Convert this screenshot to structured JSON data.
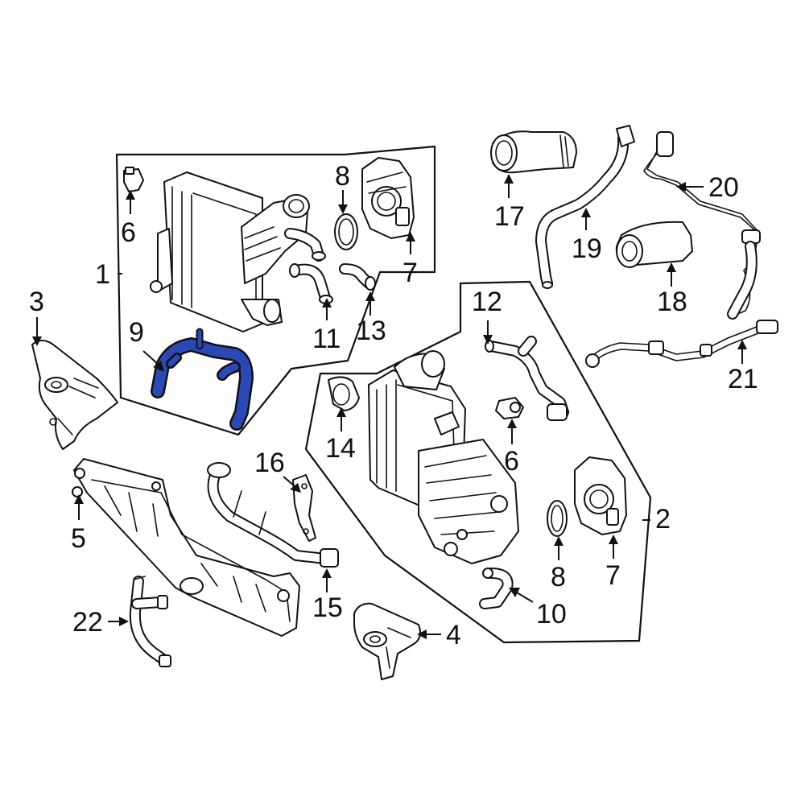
{
  "highlight_color": "#2a49b6",
  "callouts": {
    "c1": "1",
    "c2": "2",
    "c3": "3",
    "c4": "4",
    "c5": "5",
    "c6a": "6",
    "c6b": "6",
    "c7a": "7",
    "c7b": "7",
    "c8a": "8",
    "c8b": "8",
    "c9": "9",
    "c10": "10",
    "c11": "11",
    "c12": "12",
    "c13": "13",
    "c14": "14",
    "c15": "15",
    "c16": "16",
    "c17": "17",
    "c18": "18",
    "c19": "19",
    "c20": "20",
    "c21": "21",
    "c22": "22"
  }
}
